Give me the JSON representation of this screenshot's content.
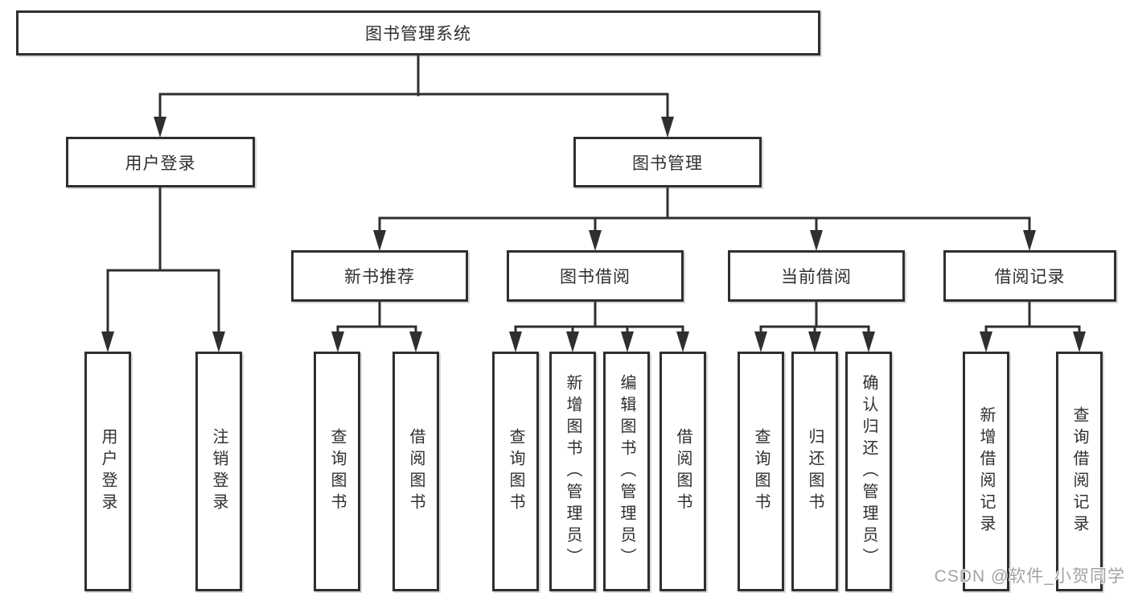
{
  "colors": {
    "line": "#2f2f2f",
    "box_border": "#2f2f2f",
    "text": "#2f2f2f",
    "background": "#ffffff",
    "watermark": "#a3a3a3"
  },
  "watermark": "CSDN @软件_小贺同学",
  "tree": {
    "root": {
      "label": "图书管理系统",
      "children": [
        {
          "label": "用户登录",
          "children": [
            {
              "label": "用户登录"
            },
            {
              "label": "注销登录"
            }
          ]
        },
        {
          "label": "图书管理",
          "children": [
            {
              "label": "新书推荐",
              "children": [
                {
                  "label": "查询图书"
                },
                {
                  "label": "借阅图书"
                }
              ]
            },
            {
              "label": "图书借阅",
              "children": [
                {
                  "label": "查询图书"
                },
                {
                  "label": "新增图书（管理员）"
                },
                {
                  "label": "编辑图书（管理员）"
                },
                {
                  "label": "借阅图书"
                }
              ]
            },
            {
              "label": "当前借阅",
              "children": [
                {
                  "label": "查询图书"
                },
                {
                  "label": "归还图书"
                },
                {
                  "label": "确认归还（管理员）"
                }
              ]
            },
            {
              "label": "借阅记录",
              "children": [
                {
                  "label": "新增借阅记录"
                },
                {
                  "label": "查询借阅记录"
                }
              ]
            }
          ]
        }
      ]
    }
  }
}
